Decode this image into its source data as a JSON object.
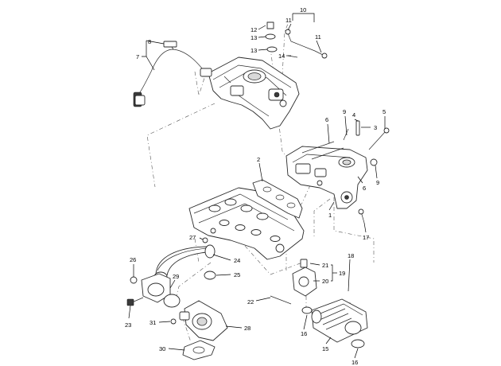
{
  "callouts": [
    {
      "id": "c10",
      "label": "10"
    },
    {
      "id": "c11a",
      "label": "11"
    },
    {
      "id": "c11b",
      "label": "11"
    },
    {
      "id": "c12",
      "label": "12"
    },
    {
      "id": "c13a",
      "label": "13"
    },
    {
      "id": "c13b",
      "label": "13"
    },
    {
      "id": "c14",
      "label": "14"
    },
    {
      "id": "c8",
      "label": "8"
    },
    {
      "id": "c7",
      "label": "7"
    },
    {
      "id": "c9a",
      "label": "9"
    },
    {
      "id": "c4",
      "label": "4"
    },
    {
      "id": "c5",
      "label": "5"
    },
    {
      "id": "c6a",
      "label": "6"
    },
    {
      "id": "c3",
      "label": "3"
    },
    {
      "id": "c2",
      "label": "2"
    },
    {
      "id": "c6b",
      "label": "6"
    },
    {
      "id": "c9b",
      "label": "9"
    },
    {
      "id": "c1",
      "label": "1"
    },
    {
      "id": "c17",
      "label": "17"
    },
    {
      "id": "c27",
      "label": "27"
    },
    {
      "id": "c26",
      "label": "26"
    },
    {
      "id": "c24",
      "label": "24"
    },
    {
      "id": "c25",
      "label": "25"
    },
    {
      "id": "c21",
      "label": "21"
    },
    {
      "id": "c18",
      "label": "18"
    },
    {
      "id": "c19",
      "label": "19"
    },
    {
      "id": "c20",
      "label": "20"
    },
    {
      "id": "c29",
      "label": "29"
    },
    {
      "id": "c22",
      "label": "22"
    },
    {
      "id": "c23",
      "label": "23"
    },
    {
      "id": "c31",
      "label": "31"
    },
    {
      "id": "c28",
      "label": "28"
    },
    {
      "id": "c16a",
      "label": "16"
    },
    {
      "id": "c15",
      "label": "15"
    },
    {
      "id": "c30",
      "label": "30"
    },
    {
      "id": "c16b",
      "label": "16"
    }
  ]
}
